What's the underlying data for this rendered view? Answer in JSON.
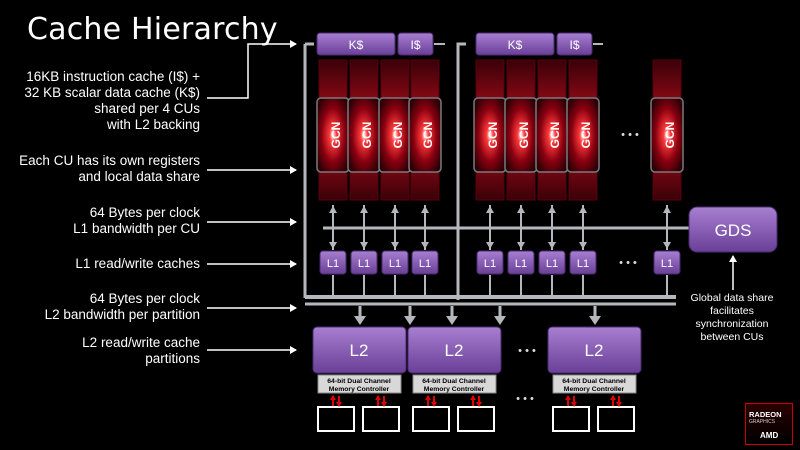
{
  "title": "Cache Hierarchy",
  "labels": {
    "instruction_cache": "16KB instruction cache (I$) +\n32 KB scalar data cache (K$)\nshared per 4 CUs\nwith L2 backing",
    "registers": "Each CU has its own registers\nand local data share",
    "l1_bandwidth": "64 Bytes per clock\nL1 bandwidth per CU",
    "l1_caches": "L1 read/write caches",
    "l2_bandwidth": "64 Bytes per clock\nL2 bandwidth per partition",
    "l2_partitions": "L2 read/write cache\npartitions"
  },
  "gds": {
    "label": "GDS",
    "note": "Global data share\nfacilitates\nsynchronization\nbetween CUs"
  },
  "blocks": {
    "k_cache": "K$",
    "i_cache": "I$",
    "cu": "GCN",
    "l1": "L1",
    "l2": "L2",
    "memory_controller_line1": "64-bit Dual Channel",
    "memory_controller_line2": "Memory Controller",
    "ellipsis": "• • •"
  },
  "logo": {
    "brand": "RADEON",
    "sub": "GRAPHICS",
    "vendor": "AMD"
  },
  "colors": {
    "purple": "#8a5cb8",
    "connector": "#b4b8bc",
    "cu_red": "#b0001a",
    "arrow_red": "#e00000"
  }
}
